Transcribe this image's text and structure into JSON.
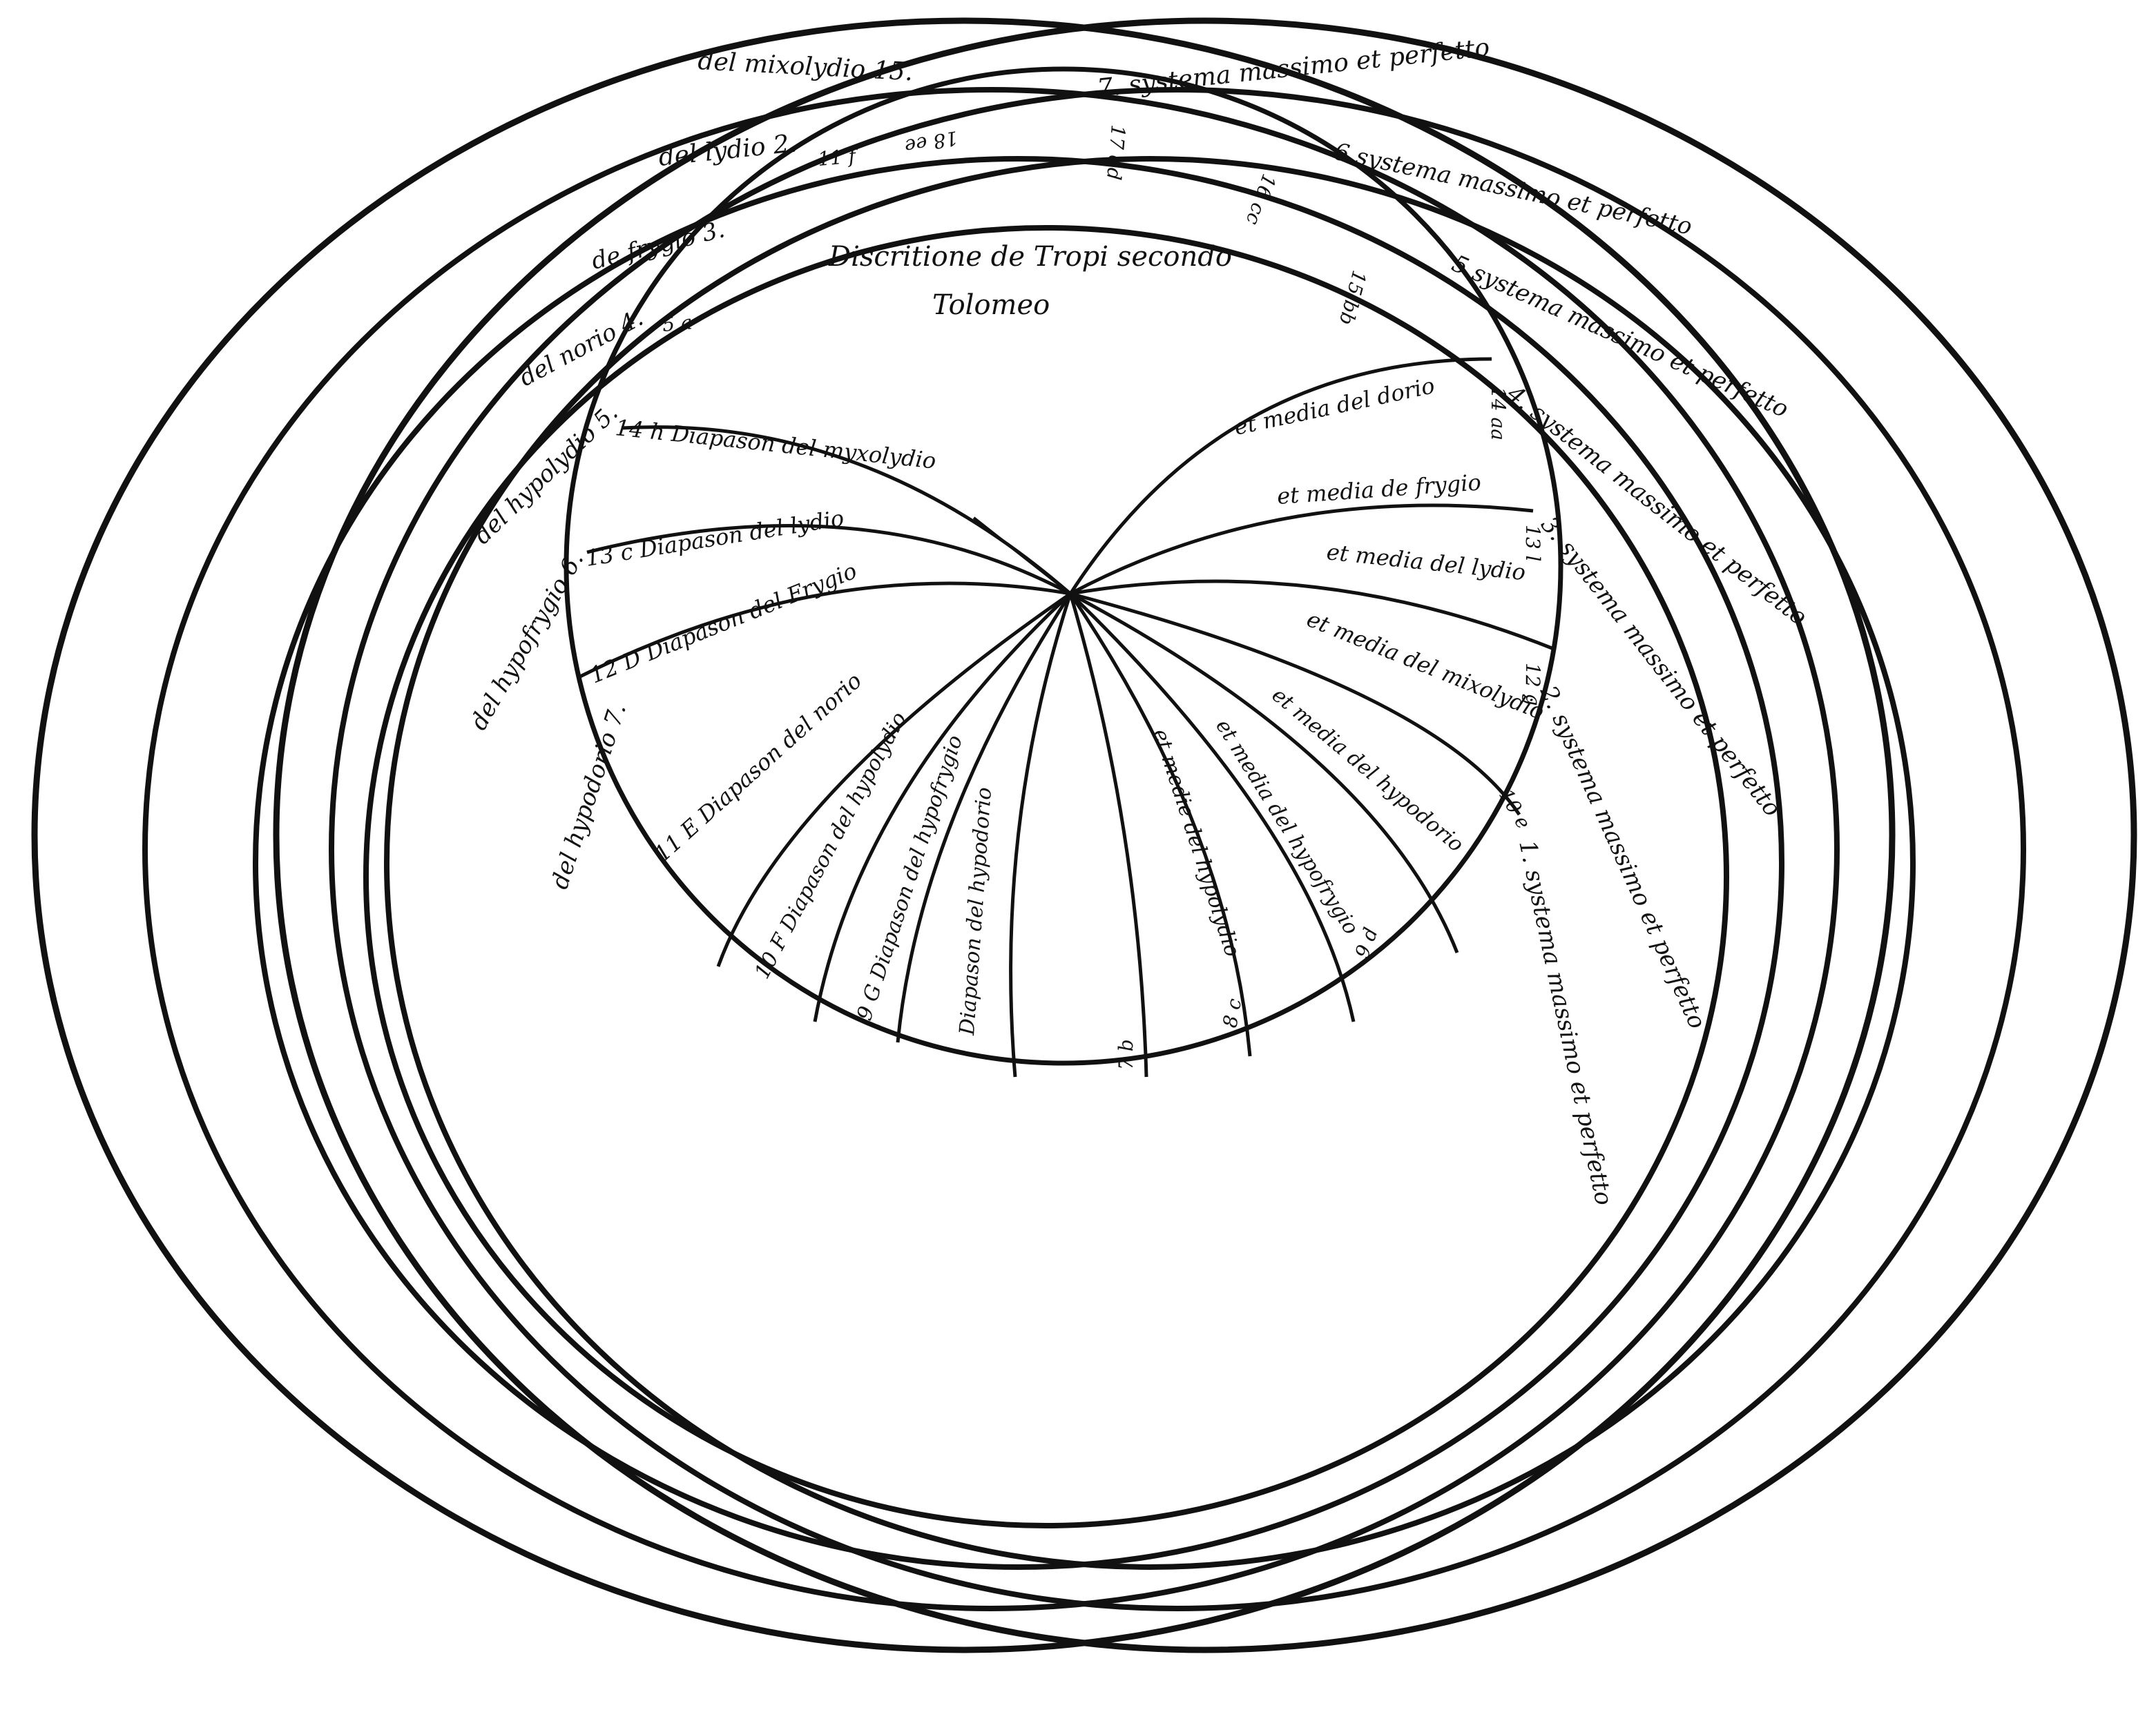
{
  "title": {
    "line1": "Discritione de Tropi secondo",
    "line2": "Tolomeo"
  },
  "left_tropes": [
    "del mixolydio 15.",
    "del lydio 2.",
    "de frygio 3.",
    "del norio 4.",
    "del hypolydio 5.",
    "del hypofrygio 6.",
    "del hypodorio 7."
  ],
  "right_systems": [
    "7. systema massimo et perfetto",
    "6 systema massimo et perfetto",
    "5 systema massimo et perfetto",
    "4. systema massimo et perfetto",
    "3. systema massimo et perfetto",
    "2. systema massimo et perfetto",
    "1. systema massimo et perfetto"
  ],
  "diapason_labels": [
    "14 h Diapason del myxolydio",
    "13 c Diapason del lydio",
    "12 D Diapason del Frygio",
    "11 E Diapason del norio",
    "10 F Diapason del hypolydio",
    "9 G Diapason del hypofrygio",
    "Diapason del hypodorio"
  ],
  "media_labels": [
    "et media del dorio",
    "et media de frygio",
    "et media del lydio",
    "et media del mixolydio",
    "et media del hypodorio",
    "et media del hypofrygio",
    "et medie del hypolydio"
  ],
  "letter_marks": [
    "18 ee",
    "17 dd",
    "16 cc",
    "15 bb",
    "14 aa",
    "13 l",
    "12 g",
    "11 f",
    "10 e",
    "9 d",
    "8 c",
    "7 b",
    "5 a"
  ],
  "colors": {
    "ink": "#111111",
    "paper": "#ffffff"
  }
}
